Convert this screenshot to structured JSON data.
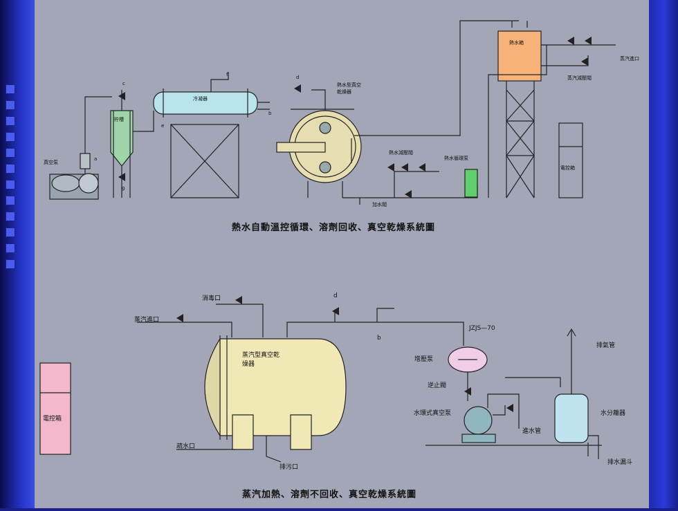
{
  "diagram1": {
    "title": "熱水自動溫控循環、溶劑回收、真空乾燥系統圖",
    "labels": {
      "hot_water_tank": "熱水箱",
      "steam_inlet": "蒸汽進口",
      "steam_reducing_valve": "蒸汽減壓閥",
      "condenser": "冷凝器",
      "receiver": "貯槽",
      "vacuum_pump": "真空泵",
      "dryer": "熱水型真空乾燥器",
      "hot_water_reducing_valve": "熱水減壓閥",
      "hot_water_pump": "熱水循環泵",
      "water_inlet_valve": "加水閥",
      "control_box": "電控箱",
      "letter_c": "c",
      "letter_f": "f",
      "letter_d": "d",
      "letter_b": "b",
      "letter_e": "e",
      "letter_a": "a",
      "letter_g": "g"
    }
  },
  "diagram2": {
    "title": "蒸汽加熱、溶劑不回收、真空乾燥系統圖",
    "labels": {
      "disinfect_port": "消毒口",
      "steam_inlet": "蒸汽進口",
      "dryer": "蒸汽型真空乾燥器",
      "drain_port": "疏水口",
      "sewage_port": "排污口",
      "booster_pump": "增壓泵",
      "check_valve": "逆止閥",
      "water_ring_pump": "水環式真空泵",
      "water_inlet_pipe": "進水管",
      "exhaust_pipe": "排氣管",
      "water_separator": "水分離器",
      "drain_funnel": "排水漏斗",
      "model": "JZJS—70",
      "letter_d": "d",
      "letter_b": "b",
      "control_box": "電控箱"
    }
  }
}
